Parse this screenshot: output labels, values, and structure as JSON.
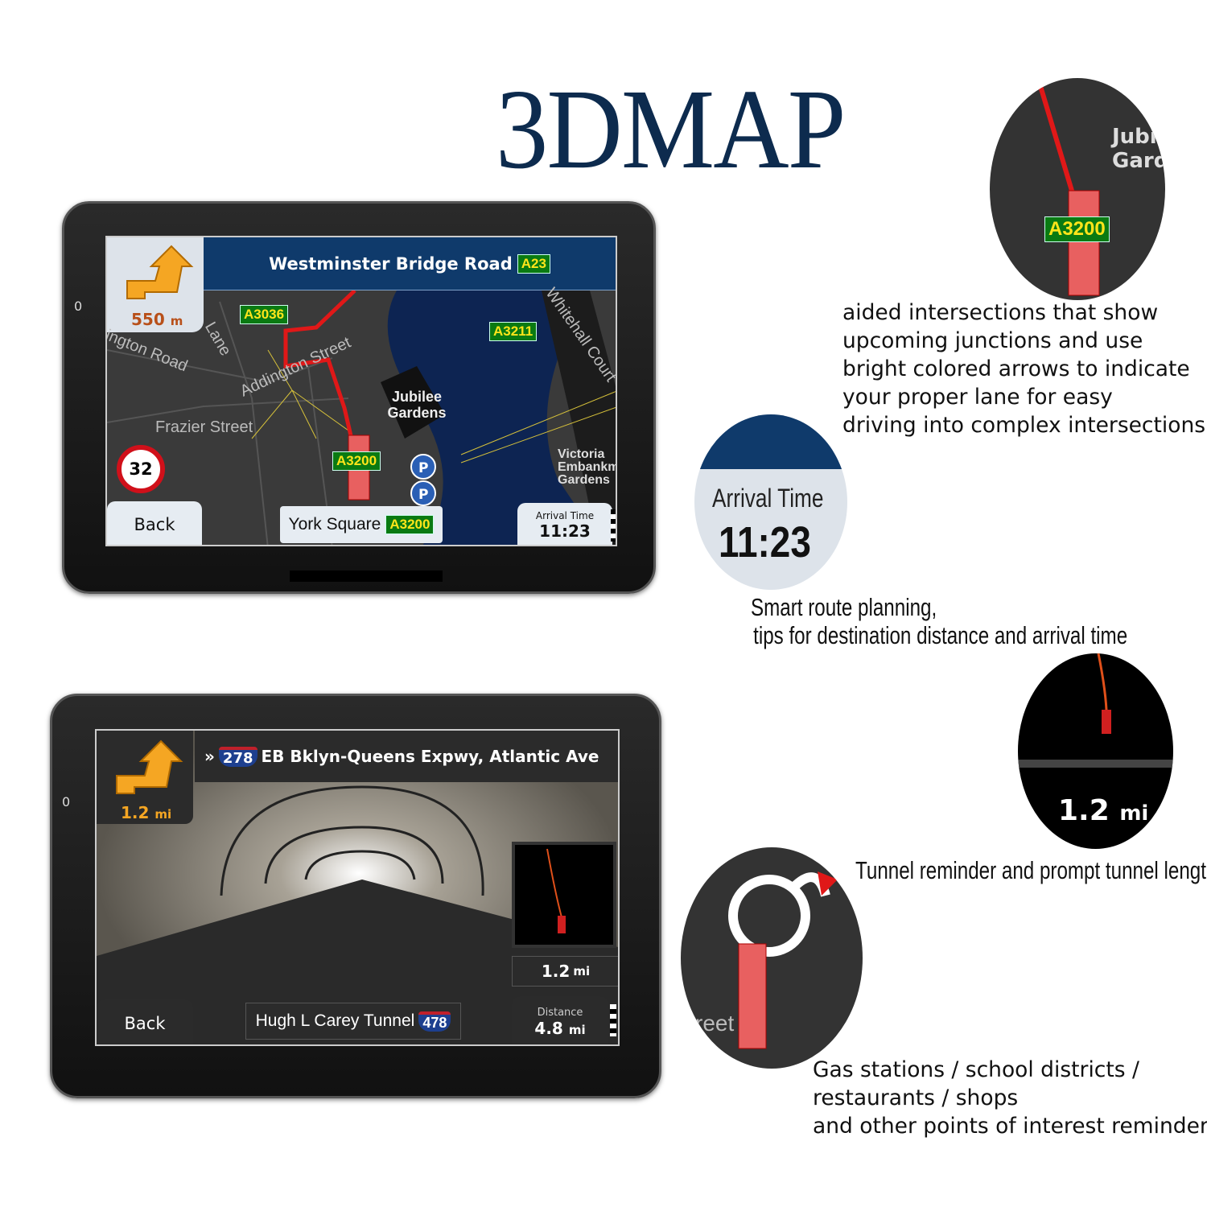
{
  "title": "3DMAP",
  "device1": {
    "power_label": "0",
    "turn_distance": "550",
    "turn_unit": "m",
    "street": "Westminster Bridge Road",
    "street_shield": "A23",
    "road_labels": [
      "A3036",
      "A3211",
      "A3200"
    ],
    "map_labels": [
      "ington Road",
      "Lane",
      "Addington Street",
      "Frazier Street",
      "Jubilee Gardens",
      "Whitehall Court",
      "Victoria Embankment Gardens"
    ],
    "speed_limit": "32",
    "back_label": "Back",
    "current_street": "York Square",
    "current_shield": "A3200",
    "arrival_label": "Arrival Time",
    "arrival_value": "11:23",
    "colors": {
      "header": "#0f3a6b",
      "route": "#e01818",
      "shield": "#0a7a12",
      "shield_text": "#ffe51a",
      "water": "#0d2452"
    }
  },
  "device2": {
    "power_label": "0",
    "turn_distance": "1.2",
    "turn_unit": "mi",
    "street_prefix": "»",
    "street_shield": "278",
    "street": "EB Bklyn-Queens Expwy, Atlantic Ave",
    "tunnel_length": "1.2",
    "tunnel_unit": "mi",
    "back_label": "Back",
    "current_street": "Hugh L Carey Tunnel",
    "current_shield": "478",
    "distance_label": "Distance",
    "distance_value": "4.8",
    "distance_unit": "mi"
  },
  "callouts": [
    {
      "zoom_labels": [
        "Jubi",
        "Gard",
        "A3200"
      ],
      "text": "aided intersections that show upcoming junctions and use bright colored arrows to indicate your proper lane for easy driving into complex intersections.",
      "lines": [
        "aided intersections that show",
        "upcoming junctions and use",
        "bright colored arrows to indicate",
        "your proper lane for easy",
        "driving into complex intersections."
      ]
    },
    {
      "zoom_label": "Arrival Time",
      "zoom_value": "11:23",
      "lines": [
        "Smart route planning,",
        "tips for destination distance and arrival time"
      ]
    },
    {
      "zoom_value": "1.2",
      "zoom_unit": "mi",
      "lines": [
        "Tunnel reminder and prompt tunnel length"
      ]
    },
    {
      "zoom_label": "reet",
      "lines": [
        "Gas stations / school districts /",
        "restaurants / shops",
        "and other points of interest reminder"
      ]
    }
  ]
}
